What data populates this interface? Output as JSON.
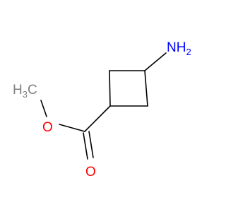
{
  "molecule": {
    "labels": {
      "amine": {
        "main": "NH",
        "sub": "2"
      },
      "ether_oxygen": "O",
      "carbonyl_oxygen": "O",
      "methyl": {
        "main": "H",
        "sub": "3",
        "tail": "C"
      }
    },
    "colors": {
      "bond": "#000000",
      "nitrogen": "#0000ff",
      "oxygen": "#ff0000",
      "carbon_label": "#808080"
    }
  }
}
